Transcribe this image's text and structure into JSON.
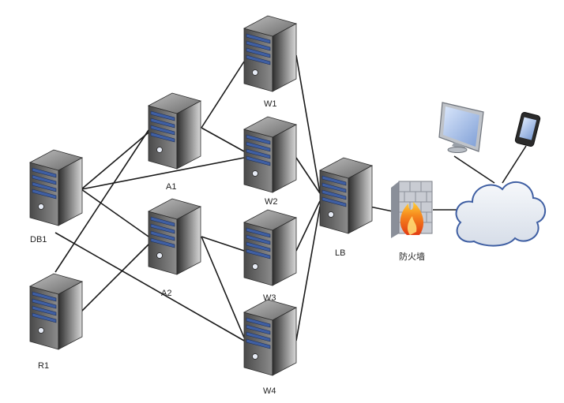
{
  "diagram": {
    "nodes": {
      "db1": {
        "label": "DB1",
        "kind": "server"
      },
      "r1": {
        "label": "R1",
        "kind": "server"
      },
      "a1": {
        "label": "A1",
        "kind": "server"
      },
      "a2": {
        "label": "A2",
        "kind": "server"
      },
      "w1": {
        "label": "W1",
        "kind": "server"
      },
      "w2": {
        "label": "W2",
        "kind": "server"
      },
      "w3": {
        "label": "W3",
        "kind": "server"
      },
      "w4": {
        "label": "W4",
        "kind": "server"
      },
      "lb": {
        "label": "LB",
        "kind": "server"
      },
      "firewall": {
        "label": "防火墙",
        "kind": "firewall"
      },
      "cloud": {
        "label": "",
        "kind": "cloud"
      },
      "monitor": {
        "label": "",
        "kind": "monitor"
      },
      "phone": {
        "label": "",
        "kind": "phone"
      }
    },
    "edges": [
      [
        "db1",
        "a1"
      ],
      [
        "db1",
        "a2"
      ],
      [
        "db1",
        "w2"
      ],
      [
        "db1",
        "w4"
      ],
      [
        "r1",
        "a1"
      ],
      [
        "r1",
        "a2"
      ],
      [
        "a1",
        "w1"
      ],
      [
        "a1",
        "w2"
      ],
      [
        "a2",
        "w3"
      ],
      [
        "a2",
        "w4"
      ],
      [
        "w1",
        "lb"
      ],
      [
        "w2",
        "lb"
      ],
      [
        "w3",
        "lb"
      ],
      [
        "w4",
        "lb"
      ],
      [
        "lb",
        "firewall"
      ],
      [
        "firewall",
        "cloud"
      ],
      [
        "cloud",
        "monitor"
      ],
      [
        "cloud",
        "phone"
      ]
    ],
    "colors": {
      "server_dark": "#3a3a3a",
      "server_light": "#d9d9d9",
      "drive_blue": "#3f5fa3",
      "line": "#1a1a1a",
      "cloud_fill": "#e8ecf2",
      "cloud_stroke": "#3f5fa3"
    }
  }
}
